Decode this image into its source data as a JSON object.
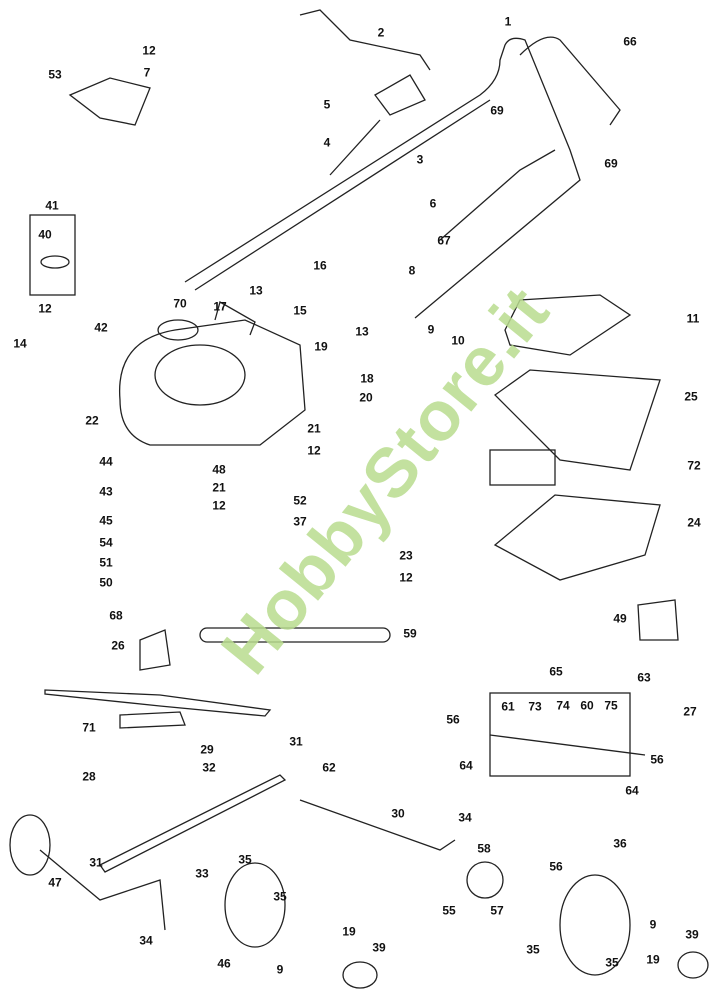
{
  "watermark": "HobbyStore.it",
  "callouts": [
    "1",
    "2",
    "66",
    "12",
    "7",
    "53",
    "5",
    "69",
    "4",
    "3",
    "69",
    "6",
    "67",
    "41",
    "40",
    "8",
    "16",
    "13",
    "15",
    "70",
    "17",
    "13",
    "9",
    "10",
    "11",
    "12",
    "42",
    "14",
    "19",
    "18",
    "20",
    "22",
    "25",
    "21",
    "12",
    "44",
    "48",
    "21",
    "43",
    "12",
    "52",
    "37",
    "45",
    "72",
    "24",
    "54",
    "51",
    "23",
    "12",
    "50",
    "49",
    "68",
    "59",
    "26",
    "63",
    "65",
    "27",
    "61",
    "73",
    "74",
    "60",
    "75",
    "71",
    "56",
    "29",
    "31",
    "32",
    "28",
    "64",
    "56",
    "62",
    "64",
    "30",
    "34",
    "36",
    "31",
    "33",
    "58",
    "35",
    "56",
    "35",
    "47",
    "55",
    "57",
    "34",
    "9",
    "39",
    "19",
    "39",
    "46",
    "9",
    "35",
    "19",
    "35"
  ]
}
